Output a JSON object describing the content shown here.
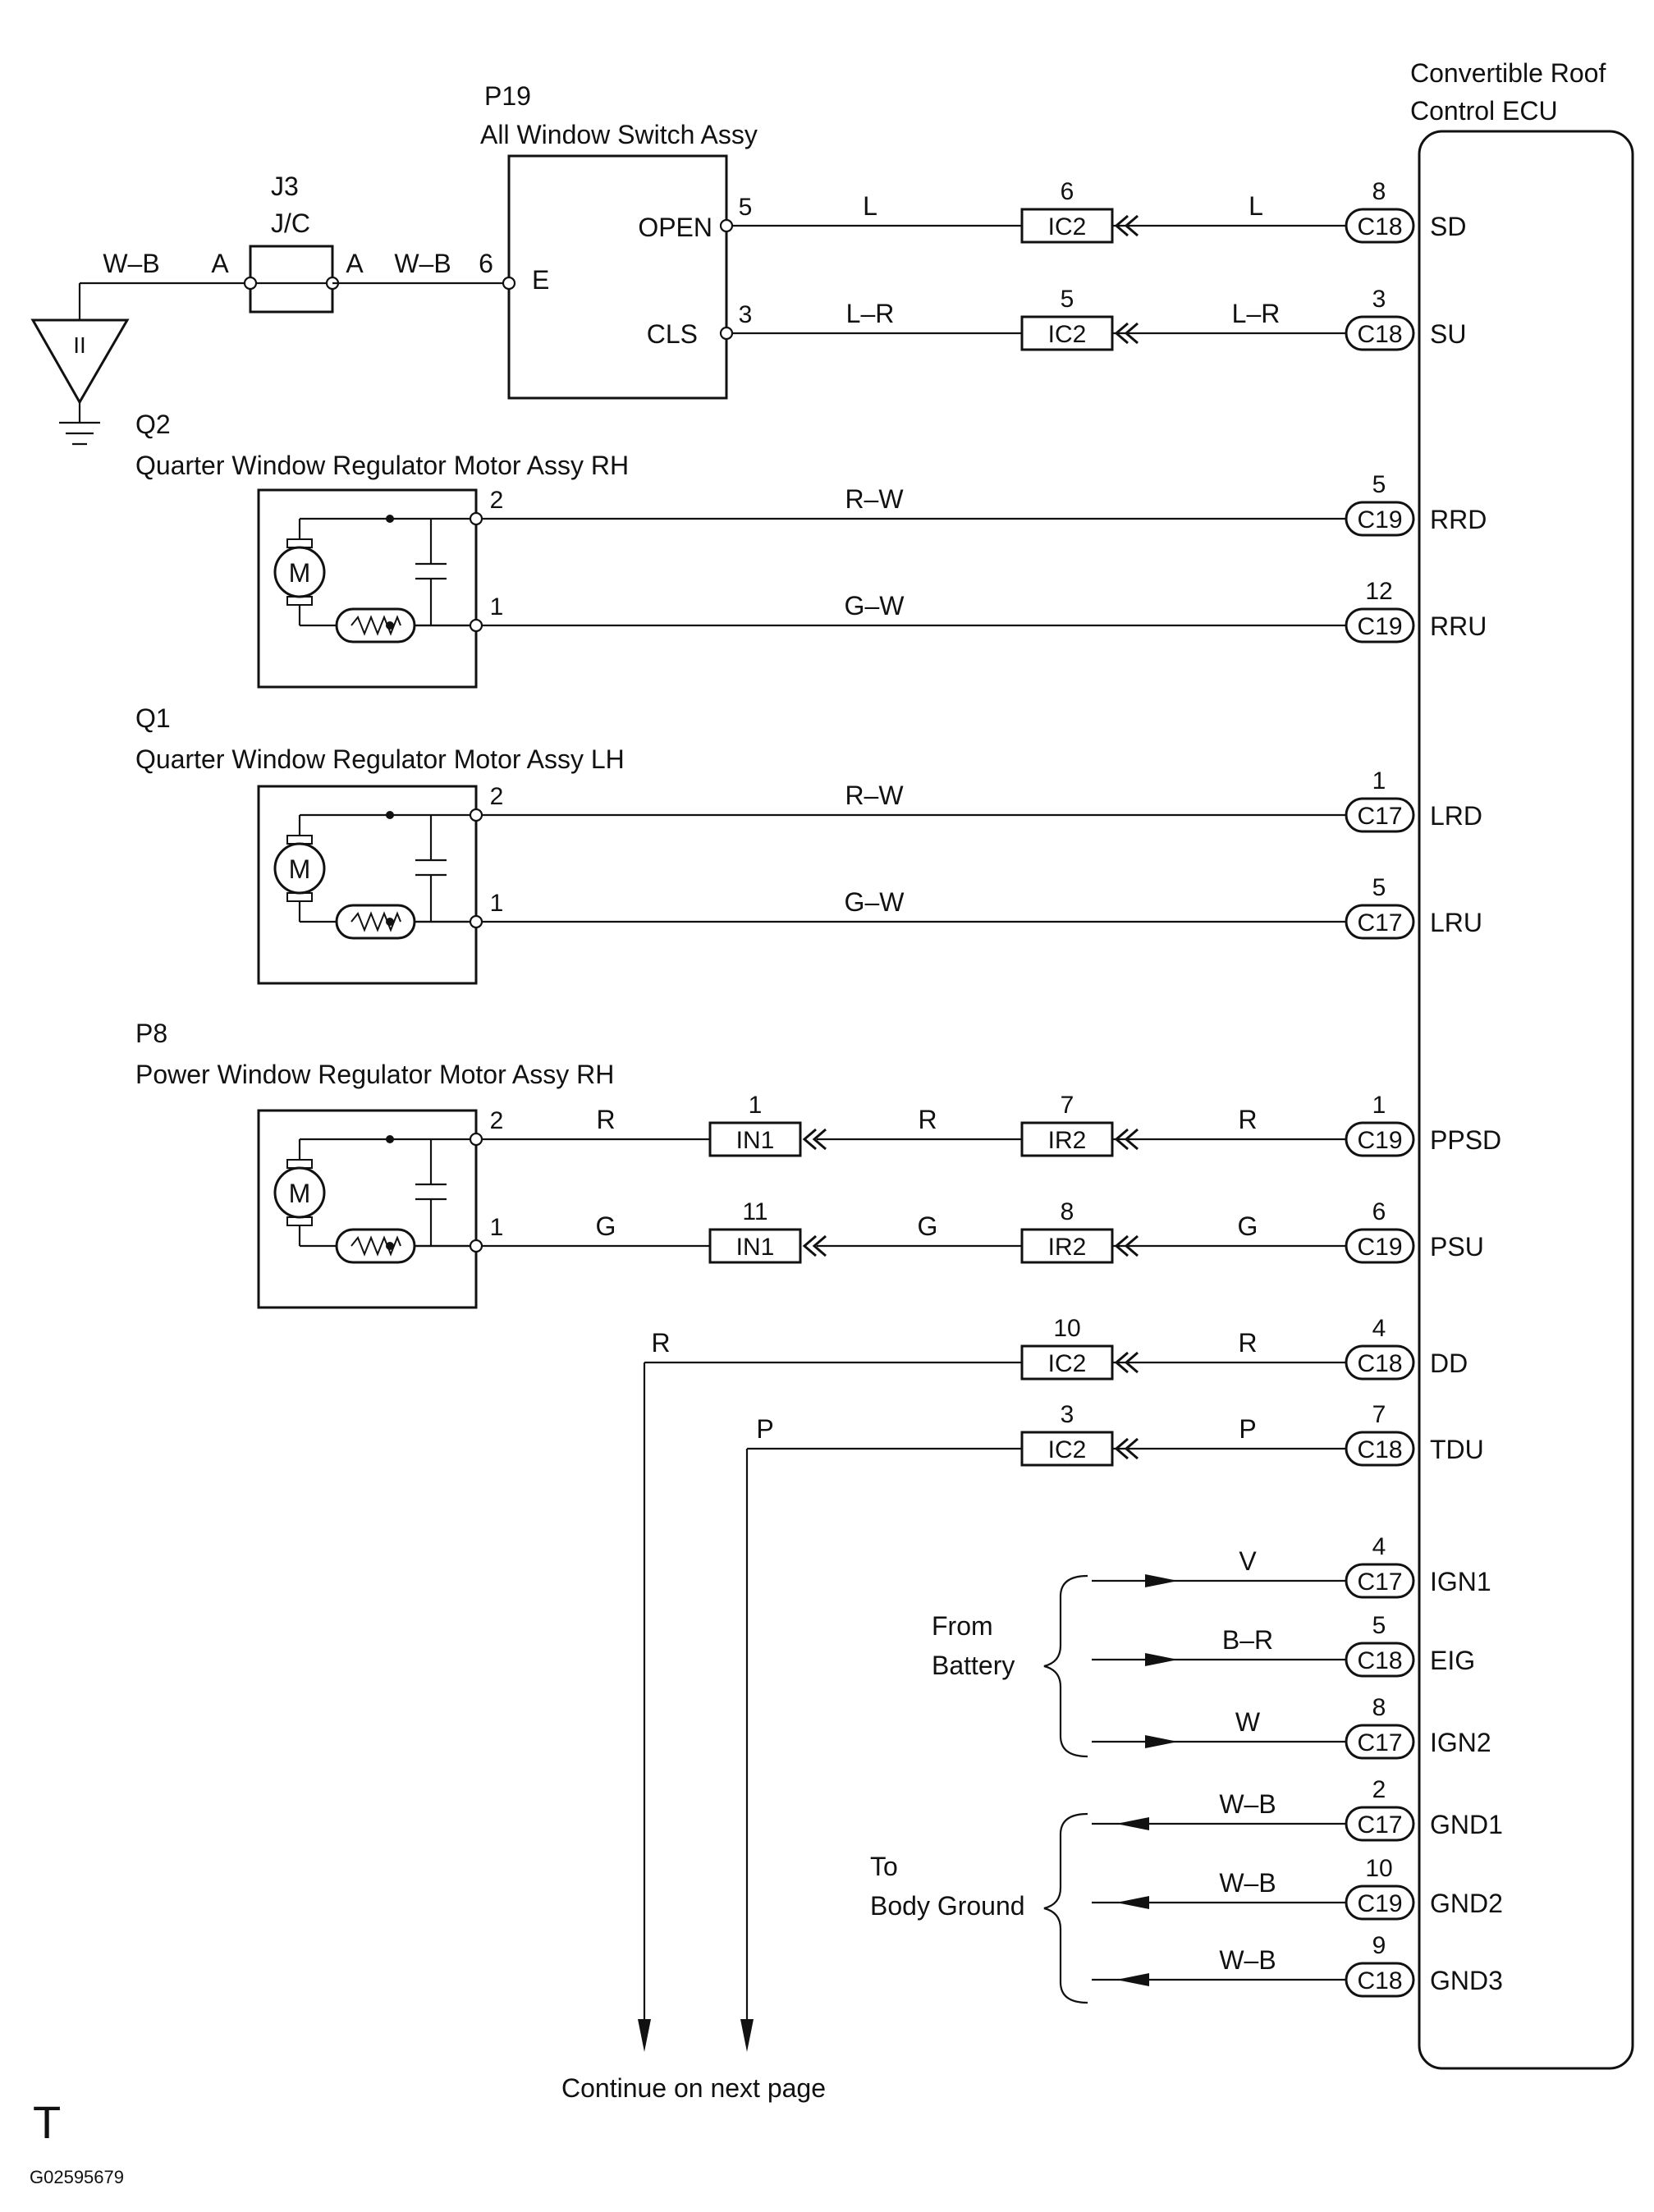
{
  "ecu": {
    "title_line1": "Convertible Roof",
    "title_line2": "Control ECU"
  },
  "switch": {
    "code": "P19",
    "name": "All Window Switch Assy",
    "open": "OPEN",
    "cls": "CLS",
    "e": "E"
  },
  "junction": {
    "code": "J3",
    "name": "J/C",
    "term_left": "A",
    "term_right": "A"
  },
  "ground_symbol": "II",
  "motors": [
    {
      "code": "Q2",
      "name": "Quarter Window Regulator Motor Assy RH"
    },
    {
      "code": "Q1",
      "name": "Quarter Window Regulator Motor Assy LH"
    },
    {
      "code": "P8",
      "name": "Power Window Regulator Motor Assy RH"
    }
  ],
  "motor_symbol": "M",
  "wires": [
    {
      "left_pin": "5",
      "mid_color": "L",
      "ic_pin": "6",
      "ic": "IC2",
      "ecu_color": "L",
      "ecu_pin": "8",
      "conn": "C18",
      "term": "SD"
    },
    {
      "left_pin": "3",
      "mid_color": "L–R",
      "ic_pin": "5",
      "ic": "IC2",
      "ecu_color": "L–R",
      "ecu_pin": "3",
      "conn": "C18",
      "term": "SU"
    },
    {
      "left_pin": "2",
      "mid_color": "R–W",
      "ecu_pin": "5",
      "conn": "C19",
      "term": "RRD"
    },
    {
      "left_pin": "1",
      "mid_color": "G–W",
      "ecu_pin": "12",
      "conn": "C19",
      "term": "RRU"
    },
    {
      "left_pin": "2",
      "mid_color": "R–W",
      "ecu_pin": "1",
      "conn": "C17",
      "term": "LRD"
    },
    {
      "left_pin": "1",
      "mid_color": "G–W",
      "ecu_pin": "5",
      "conn": "C17",
      "term": "LRU"
    },
    {
      "left_pin": "2",
      "color1": "R",
      "in_pin": "1",
      "in_conn": "IN1",
      "color2": "R",
      "ir_pin": "7",
      "ir_conn": "IR2",
      "color3": "R",
      "ecu_pin": "1",
      "conn": "C19",
      "term": "PPSD"
    },
    {
      "left_pin": "1",
      "color1": "G",
      "in_pin": "11",
      "in_conn": "IN1",
      "color2": "G",
      "ir_pin": "8",
      "ir_conn": "IR2",
      "color3": "G",
      "ecu_pin": "6",
      "conn": "C19",
      "term": "PSU"
    },
    {
      "left_color": "R",
      "ic_pin": "10",
      "ic": "IC2",
      "ecu_color": "R",
      "ecu_pin": "4",
      "conn": "C18",
      "term": "DD"
    },
    {
      "left_color": "P",
      "ic_pin": "3",
      "ic": "IC2",
      "ecu_color": "P",
      "ecu_pin": "7",
      "conn": "C18",
      "term": "TDU"
    }
  ],
  "jc_wires": {
    "left": "W–B",
    "right": "W–B",
    "switch_pin": "6"
  },
  "battery": {
    "label_line1": "From",
    "label_line2": "Battery",
    "rows": [
      {
        "color": "V",
        "pin": "4",
        "conn": "C17",
        "term": "IGN1"
      },
      {
        "color": "B–R",
        "pin": "5",
        "conn": "C18",
        "term": "EIG"
      },
      {
        "color": "W",
        "pin": "8",
        "conn": "C17",
        "term": "IGN2"
      }
    ]
  },
  "ground": {
    "label_line1": "To",
    "label_line2": "Body Ground",
    "rows": [
      {
        "color": "W–B",
        "pin": "2",
        "conn": "C17",
        "term": "GND1"
      },
      {
        "color": "W–B",
        "pin": "10",
        "conn": "C19",
        "term": "GND2"
      },
      {
        "color": "W–B",
        "pin": "9",
        "conn": "C18",
        "term": "GND3"
      }
    ]
  },
  "continue_text": "Continue on next page",
  "footer": {
    "logo": "T",
    "code": "G02595679"
  }
}
